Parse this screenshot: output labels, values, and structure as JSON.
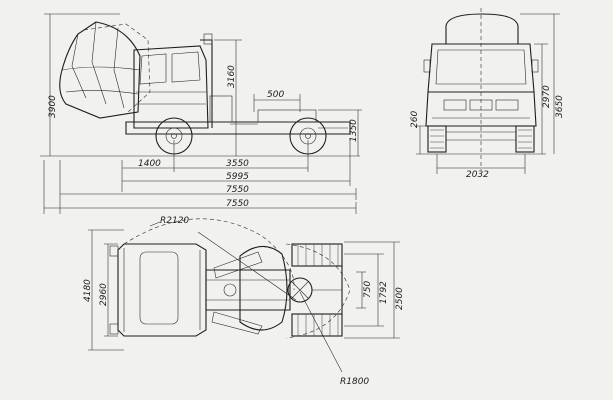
{
  "dimensions": {
    "side": {
      "overall_height": "3900",
      "cab_height": "3160",
      "fifth_wheel_height": "1350",
      "fifth_wheel_offset": "500",
      "front_overhang": "1400",
      "wheelbase": "3550",
      "length_1": "5995",
      "length_2": "7550",
      "length_3": "7550"
    },
    "front": {
      "height_1": "2970",
      "height_2": "3650",
      "ground_clearance": "260",
      "track": "2032"
    },
    "top": {
      "width_1": "4180",
      "width_2": "2960",
      "radius_front": "R2120",
      "radius_rear": "R1800",
      "dim_750": "750",
      "dim_1792": "1792",
      "dim_2500": "2500"
    }
  },
  "colors": {
    "paper": "#f1f1ee",
    "ink": "#1e1e1e"
  }
}
